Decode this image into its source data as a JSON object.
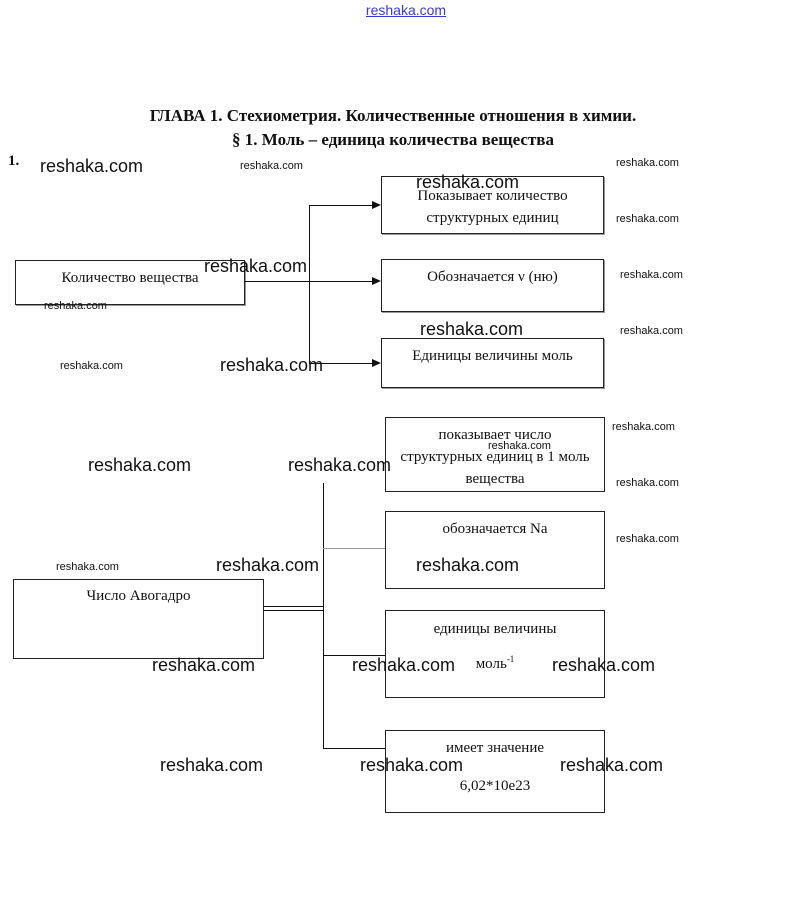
{
  "header_link": "reshaka.com",
  "title": {
    "chapter": "ГЛАВА 1. Стехиометрия. Количественные отношения в химии.",
    "section": "§ 1.  Моль – единица количества вещества"
  },
  "item_number": "1.",
  "diagram1": {
    "source": "Количество вещества",
    "targets": [
      "Показывает количество структурных единиц",
      "Обозначается ν (ню)",
      "Единицы величины моль"
    ]
  },
  "diagram2": {
    "source": "Число Авогадро",
    "targets": {
      "t1": "показывает число структурных единиц в 1 моль вещества",
      "t2": "обозначается Na",
      "t3_line1": "единицы величины",
      "t3_unit": "моль",
      "t3_exp": "-1",
      "t4_line1": "имеет значение",
      "t4_value": "6,02*10е23"
    }
  },
  "watermarks": [
    "reshaka.com",
    "reshaka.com",
    "reshaka.com",
    "reshaka.com",
    "reshaka.com",
    "reshaka.com",
    "reshaka.com",
    "reshaka.com",
    "reshaka.com",
    "reshaka.com",
    "reshaka.com",
    "reshaka.com",
    "reshaka.com",
    "reshaka.com",
    "reshaka.com",
    "reshaka.com",
    "reshaka.com",
    "reshaka.com",
    "reshaka.com",
    "reshaka.com",
    "reshaka.com",
    "reshaka.com",
    "reshaka.com",
    "reshaka.com",
    "reshaka.com",
    "reshaka.com",
    "reshaka.com"
  ]
}
